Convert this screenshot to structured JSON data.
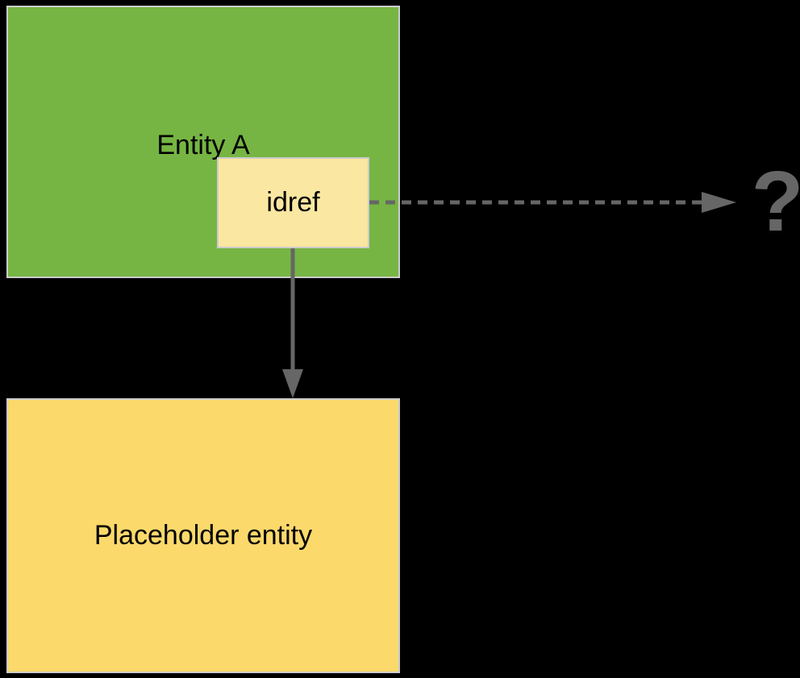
{
  "diagram": {
    "entity_a": {
      "label": "Entity A"
    },
    "idref": {
      "label": "idref"
    },
    "placeholder": {
      "label": "Placeholder entity"
    },
    "unknown_target": {
      "label": "?"
    },
    "relations": [
      {
        "from": "idref",
        "to": "unknown_target",
        "style": "dashed-arrow"
      },
      {
        "from": "idref",
        "to": "placeholder",
        "style": "solid-arrow"
      }
    ]
  },
  "colors": {
    "background": "#000000",
    "entity_green": "#76B543",
    "idref_cream": "#FAE7A1",
    "placeholder_yellow": "#FBD96B",
    "border_gray": "#CCCCCC",
    "arrow_gray": "#666666",
    "label_text": "#000000"
  }
}
